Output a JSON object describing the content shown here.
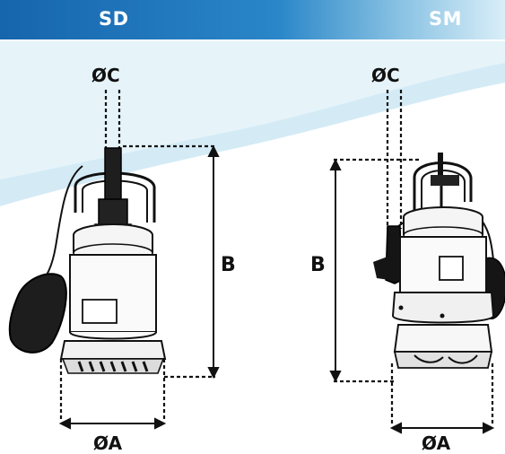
{
  "header": {
    "left_title": "SD",
    "right_title": "SM"
  },
  "colors": {
    "band_dark": "#1a6db3",
    "band_light": "#d7ecf6",
    "swoosh": "#cfe8f5",
    "ink": "#111111"
  },
  "pumps": [
    {
      "id": "SD",
      "dim_diameter_c": "ØC",
      "dim_height_b": "B",
      "dim_diameter_a": "ØA"
    },
    {
      "id": "SM",
      "dim_diameter_c": "ØC",
      "dim_height_b": "B",
      "dim_diameter_a": "ØA"
    }
  ]
}
